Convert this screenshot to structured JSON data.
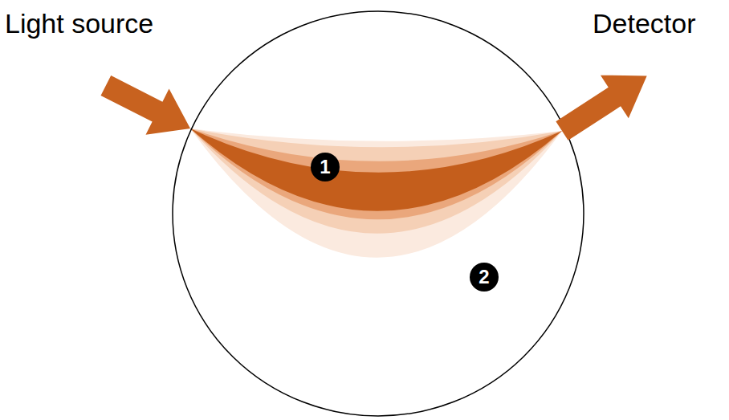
{
  "diagram": {
    "labels": [
      "Light source",
      "Detector",
      "1",
      "2"
    ]
  }
}
